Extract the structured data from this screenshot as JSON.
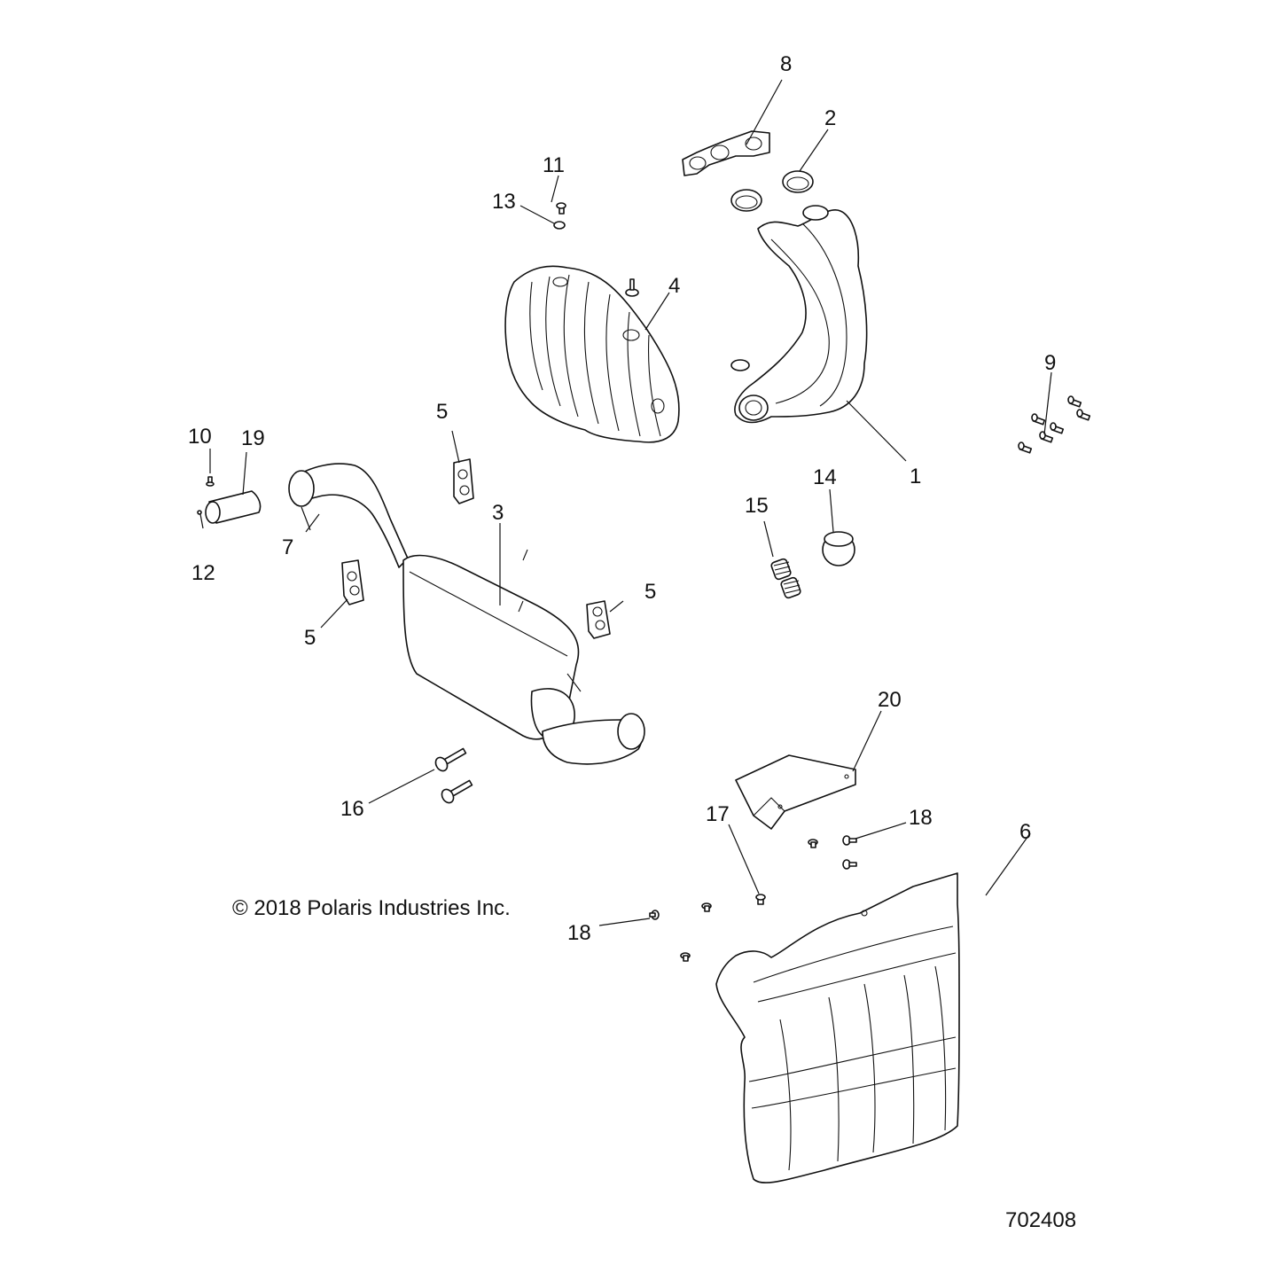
{
  "copyright": "© 2018 Polaris Industries Inc.",
  "diagram_number": "702408",
  "callouts": {
    "c1": "1",
    "c2": "2",
    "c3": "3",
    "c4": "4",
    "c5a": "5",
    "c5b": "5",
    "c5c": "5",
    "c6": "6",
    "c7": "7",
    "c8": "8",
    "c9": "9",
    "c10": "10",
    "c11": "11",
    "c12": "12",
    "c13": "13",
    "c14": "14",
    "c15": "15",
    "c16": "16",
    "c17": "17",
    "c18a": "18",
    "c18b": "18",
    "c19": "19",
    "c20": "20"
  }
}
